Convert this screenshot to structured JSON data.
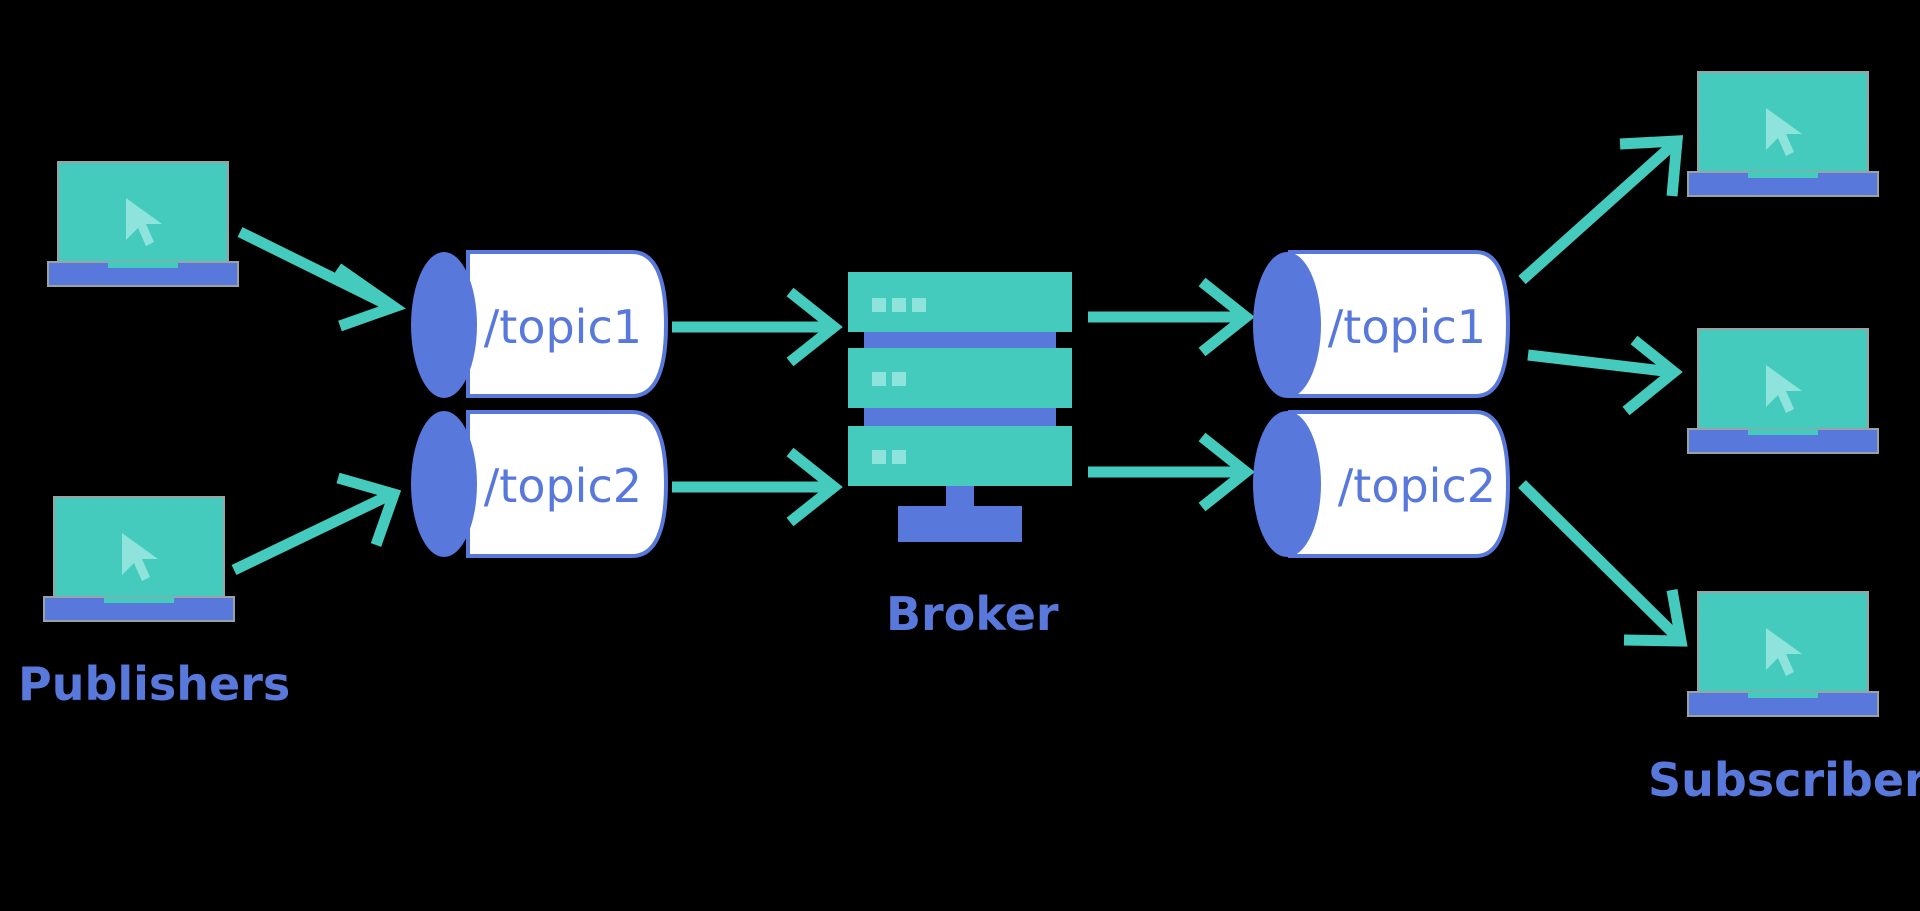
{
  "colors": {
    "background": "#000000",
    "teal": "#45cbbd",
    "teal_light": "#8ee4dc",
    "blue": "#5878dc",
    "white": "#ffffff"
  },
  "labels": {
    "publishers": "Publishers",
    "broker": "Broker",
    "subscribers": "Subscribers"
  },
  "publisher_topics": [
    "/topic1",
    "/topic2"
  ],
  "subscriber_topics": [
    "/topic1",
    "/topic2"
  ],
  "icons": {
    "client": "laptop-icon",
    "server": "server-icon",
    "queue": "topic-cylinder-icon"
  }
}
